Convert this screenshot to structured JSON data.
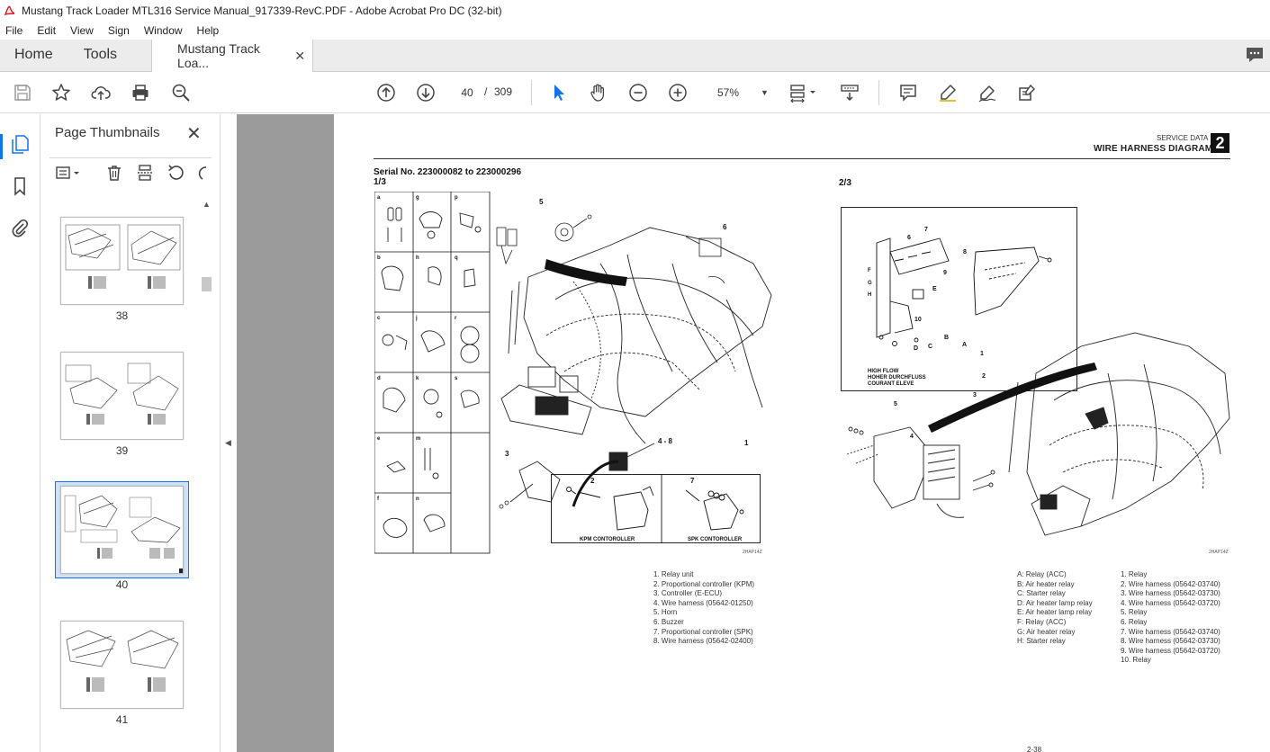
{
  "window": {
    "title": "Mustang Track Loader MTL316 Service Manual_917339-RevC.PDF - Adobe Acrobat Pro DC (32-bit)"
  },
  "menu": [
    "File",
    "Edit",
    "View",
    "Sign",
    "Window",
    "Help"
  ],
  "tabs": {
    "home": "Home",
    "tools": "Tools",
    "document": "Mustang Track Loa...",
    "close_glyph": "✕"
  },
  "toolbar": {
    "page_current": "40",
    "page_separator": "/",
    "page_total": "309",
    "zoom": "57%"
  },
  "thumbnail_panel": {
    "title": "Page Thumbnails",
    "pages": [
      {
        "label": "38"
      },
      {
        "label": "39"
      },
      {
        "label": "40",
        "selected": true
      },
      {
        "label": "41"
      }
    ]
  },
  "pdf_page": {
    "header_small": "SERVICE DATA",
    "header_title": "WIRE HARNESS DIAGRAM",
    "section_number": "2",
    "serial": "Serial No. 223000082 to 223000296",
    "sheet1": "1/3",
    "sheet2": "2/3",
    "fig_code_1": "2HAP14Z",
    "fig_code_2": "2HAP14Z",
    "page_footer": "2-38",
    "box_labels": {
      "kpm": "KPM CONTOROLLER",
      "spk": "SPK CONTOROLLER",
      "high_flow_1": "HIGH FLOW",
      "high_flow_2": "HOHER DURCHFLUSS",
      "high_flow_3": "COURANT ELEVE"
    },
    "legend1": [
      "1. Relay unit",
      "2. Proportional controller (KPM)",
      "3. Controller (E-ECU)",
      "4. Wire harness (05642-01250)",
      "5. Horn",
      "6. Buzzer",
      "7. Proportional controller (SPK)",
      "8. Wire harness (05642-02400)"
    ],
    "legend2": [
      "A: Relay (ACC)",
      "B: Air heater relay",
      "C: Starter relay",
      "D: Air heater lamp relay",
      "E: Air heater lamp relay",
      "F: Relay (ACC)",
      "G: Air heater relay",
      "H: Starter relay"
    ],
    "legend3": [
      "1. Relay",
      "2. Wire harness (05642-03740)",
      "3. Wire harness (05642-03730)",
      "4. Wire harness (05642-03720)",
      "5. Relay",
      "6. Relay",
      "7. Wire harness (05642-03740)",
      "8. Wire harness (05642-03730)",
      "9. Wire harness (05642-03720)",
      "10. Relay"
    ],
    "grid_letters": [
      "a",
      "g",
      "p",
      "b",
      "h",
      "q",
      "c",
      "j",
      "r",
      "d",
      "k",
      "s",
      "e",
      "m",
      "f",
      "n"
    ],
    "callouts_1": [
      "5",
      "6",
      "1",
      "4 - 8",
      "3",
      "2",
      "7"
    ],
    "callouts_2": [
      "7",
      "6",
      "8",
      "9",
      "F",
      "G",
      "H",
      "E",
      "10",
      "A",
      "B",
      "C",
      "D",
      "1",
      "2",
      "3",
      "4",
      "5"
    ]
  }
}
